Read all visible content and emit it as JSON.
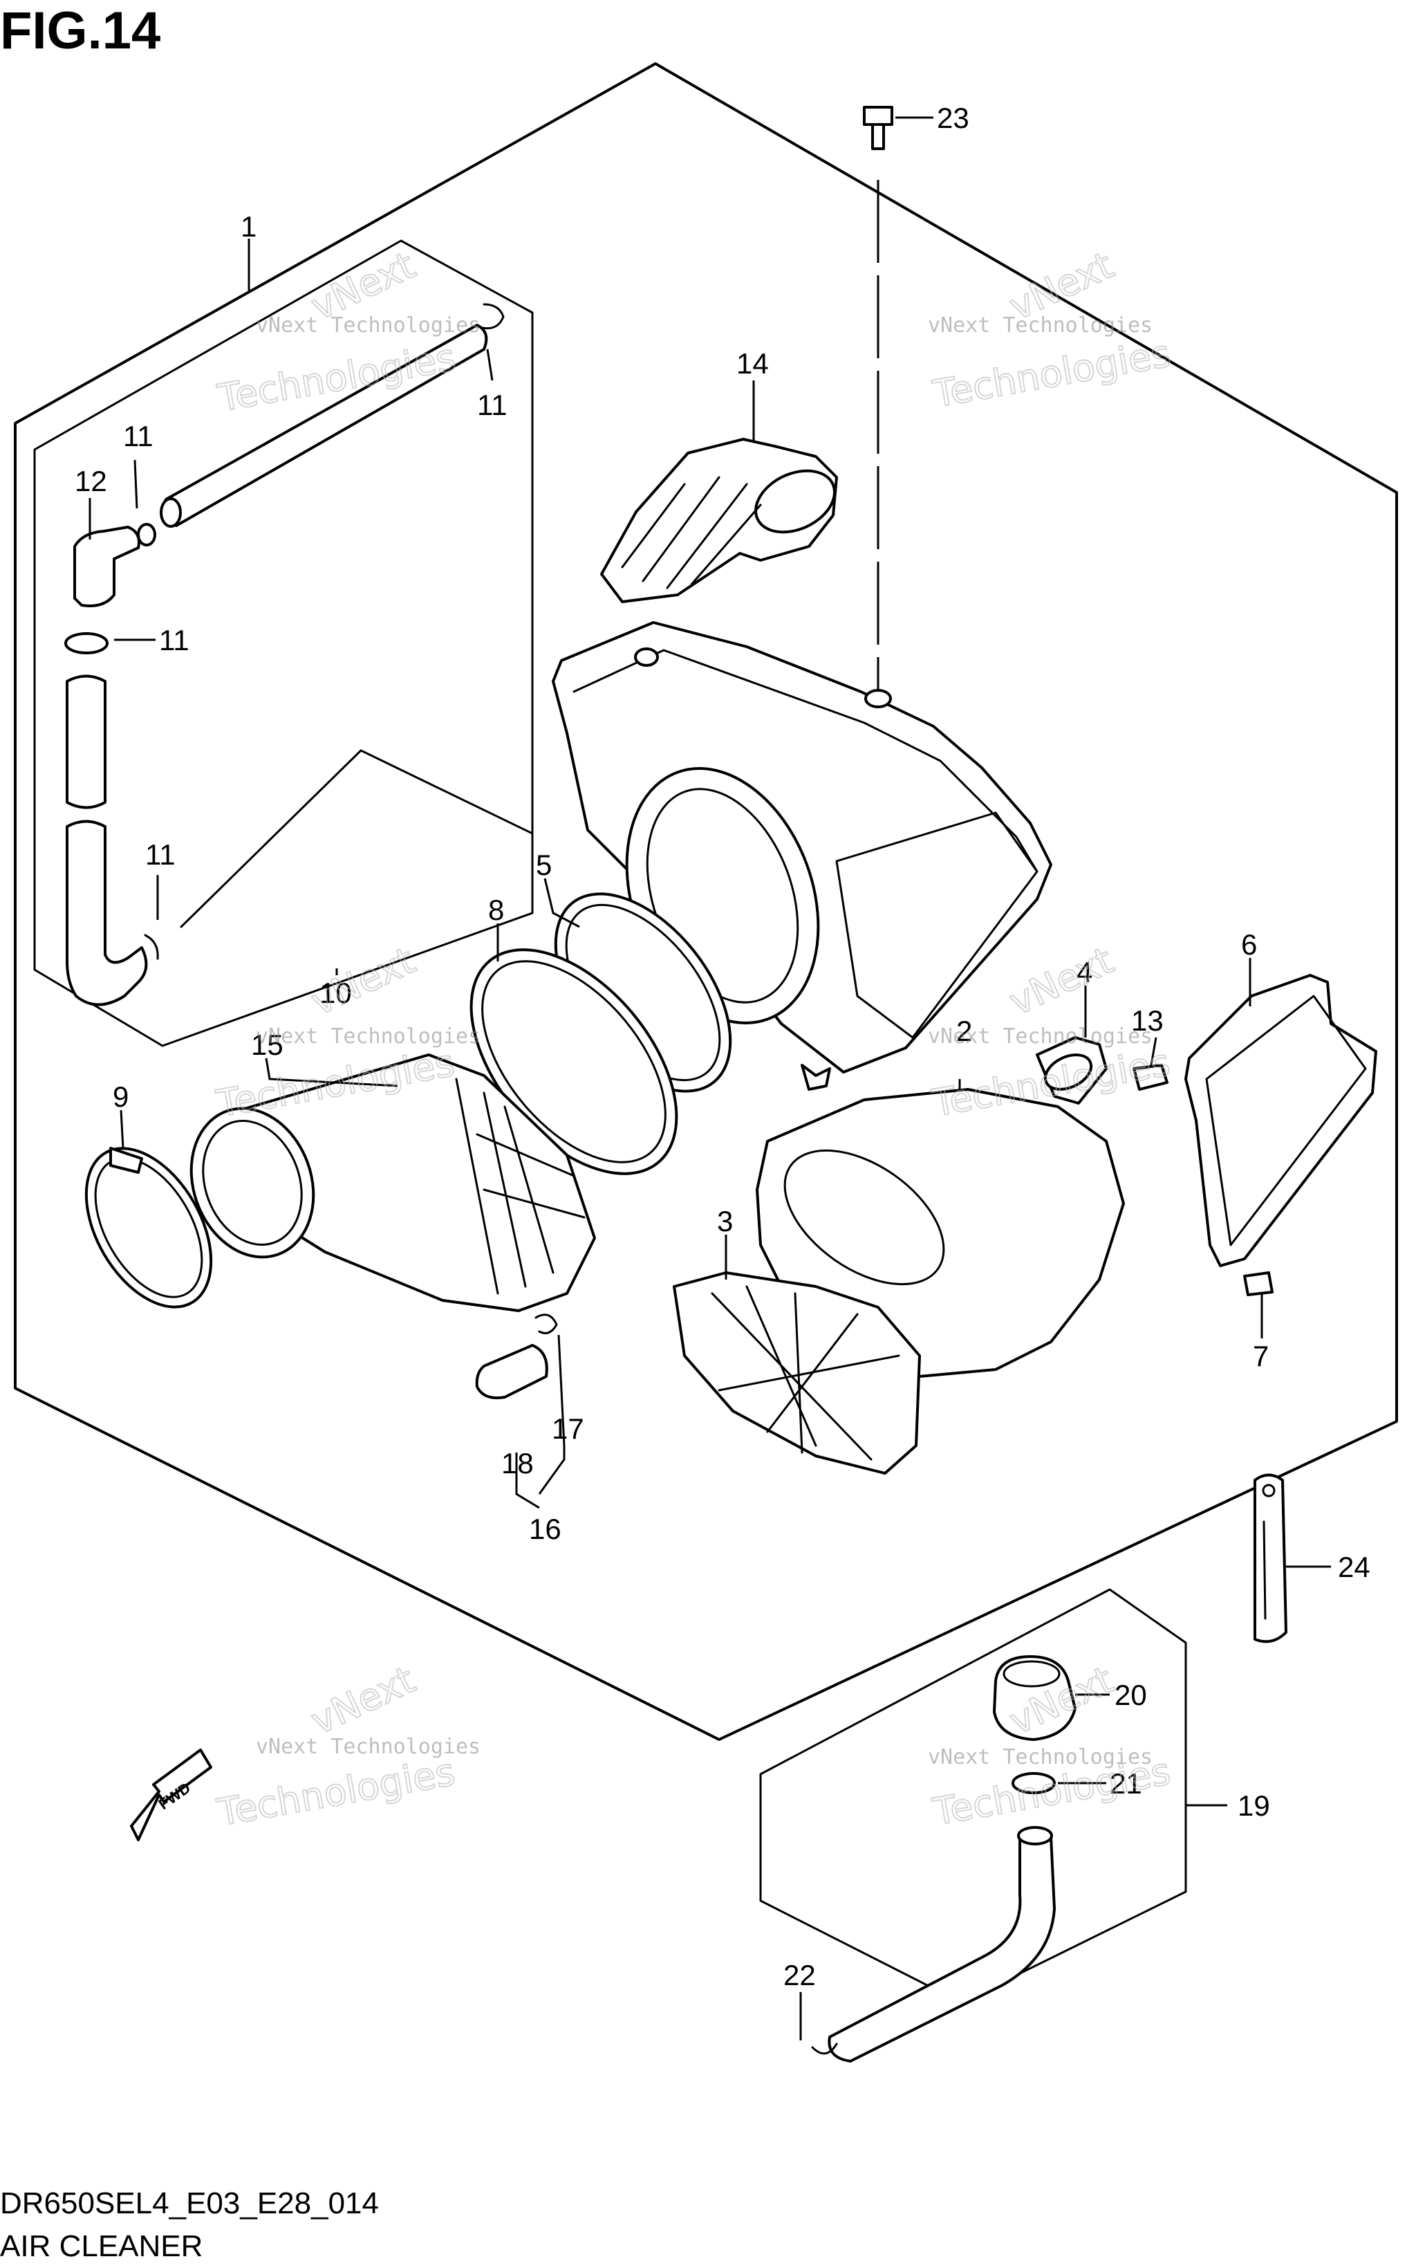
{
  "figure": {
    "title": "FIG.14",
    "model_code": "DR650SEL4_E03_E28_014",
    "caption": "AIR CLEANER"
  },
  "watermark": {
    "line1": "vNext",
    "line2": "vNext Technologies",
    "line3": "Technologies"
  },
  "fwd_label": "FWD",
  "callouts": {
    "c1": "1",
    "c2": "2",
    "c3": "3",
    "c4": "4",
    "c5": "5",
    "c6": "6",
    "c7": "7",
    "c8": "8",
    "c9": "9",
    "c10": "10",
    "c11a": "11",
    "c11b": "11",
    "c11c": "11",
    "c11d": "11",
    "c12": "12",
    "c13": "13",
    "c14": "14",
    "c15": "15",
    "c16": "16",
    "c17": "17",
    "c18": "18",
    "c19": "19",
    "c20": "20",
    "c21": "21",
    "c22": "22",
    "c23": "23",
    "c24": "24"
  }
}
